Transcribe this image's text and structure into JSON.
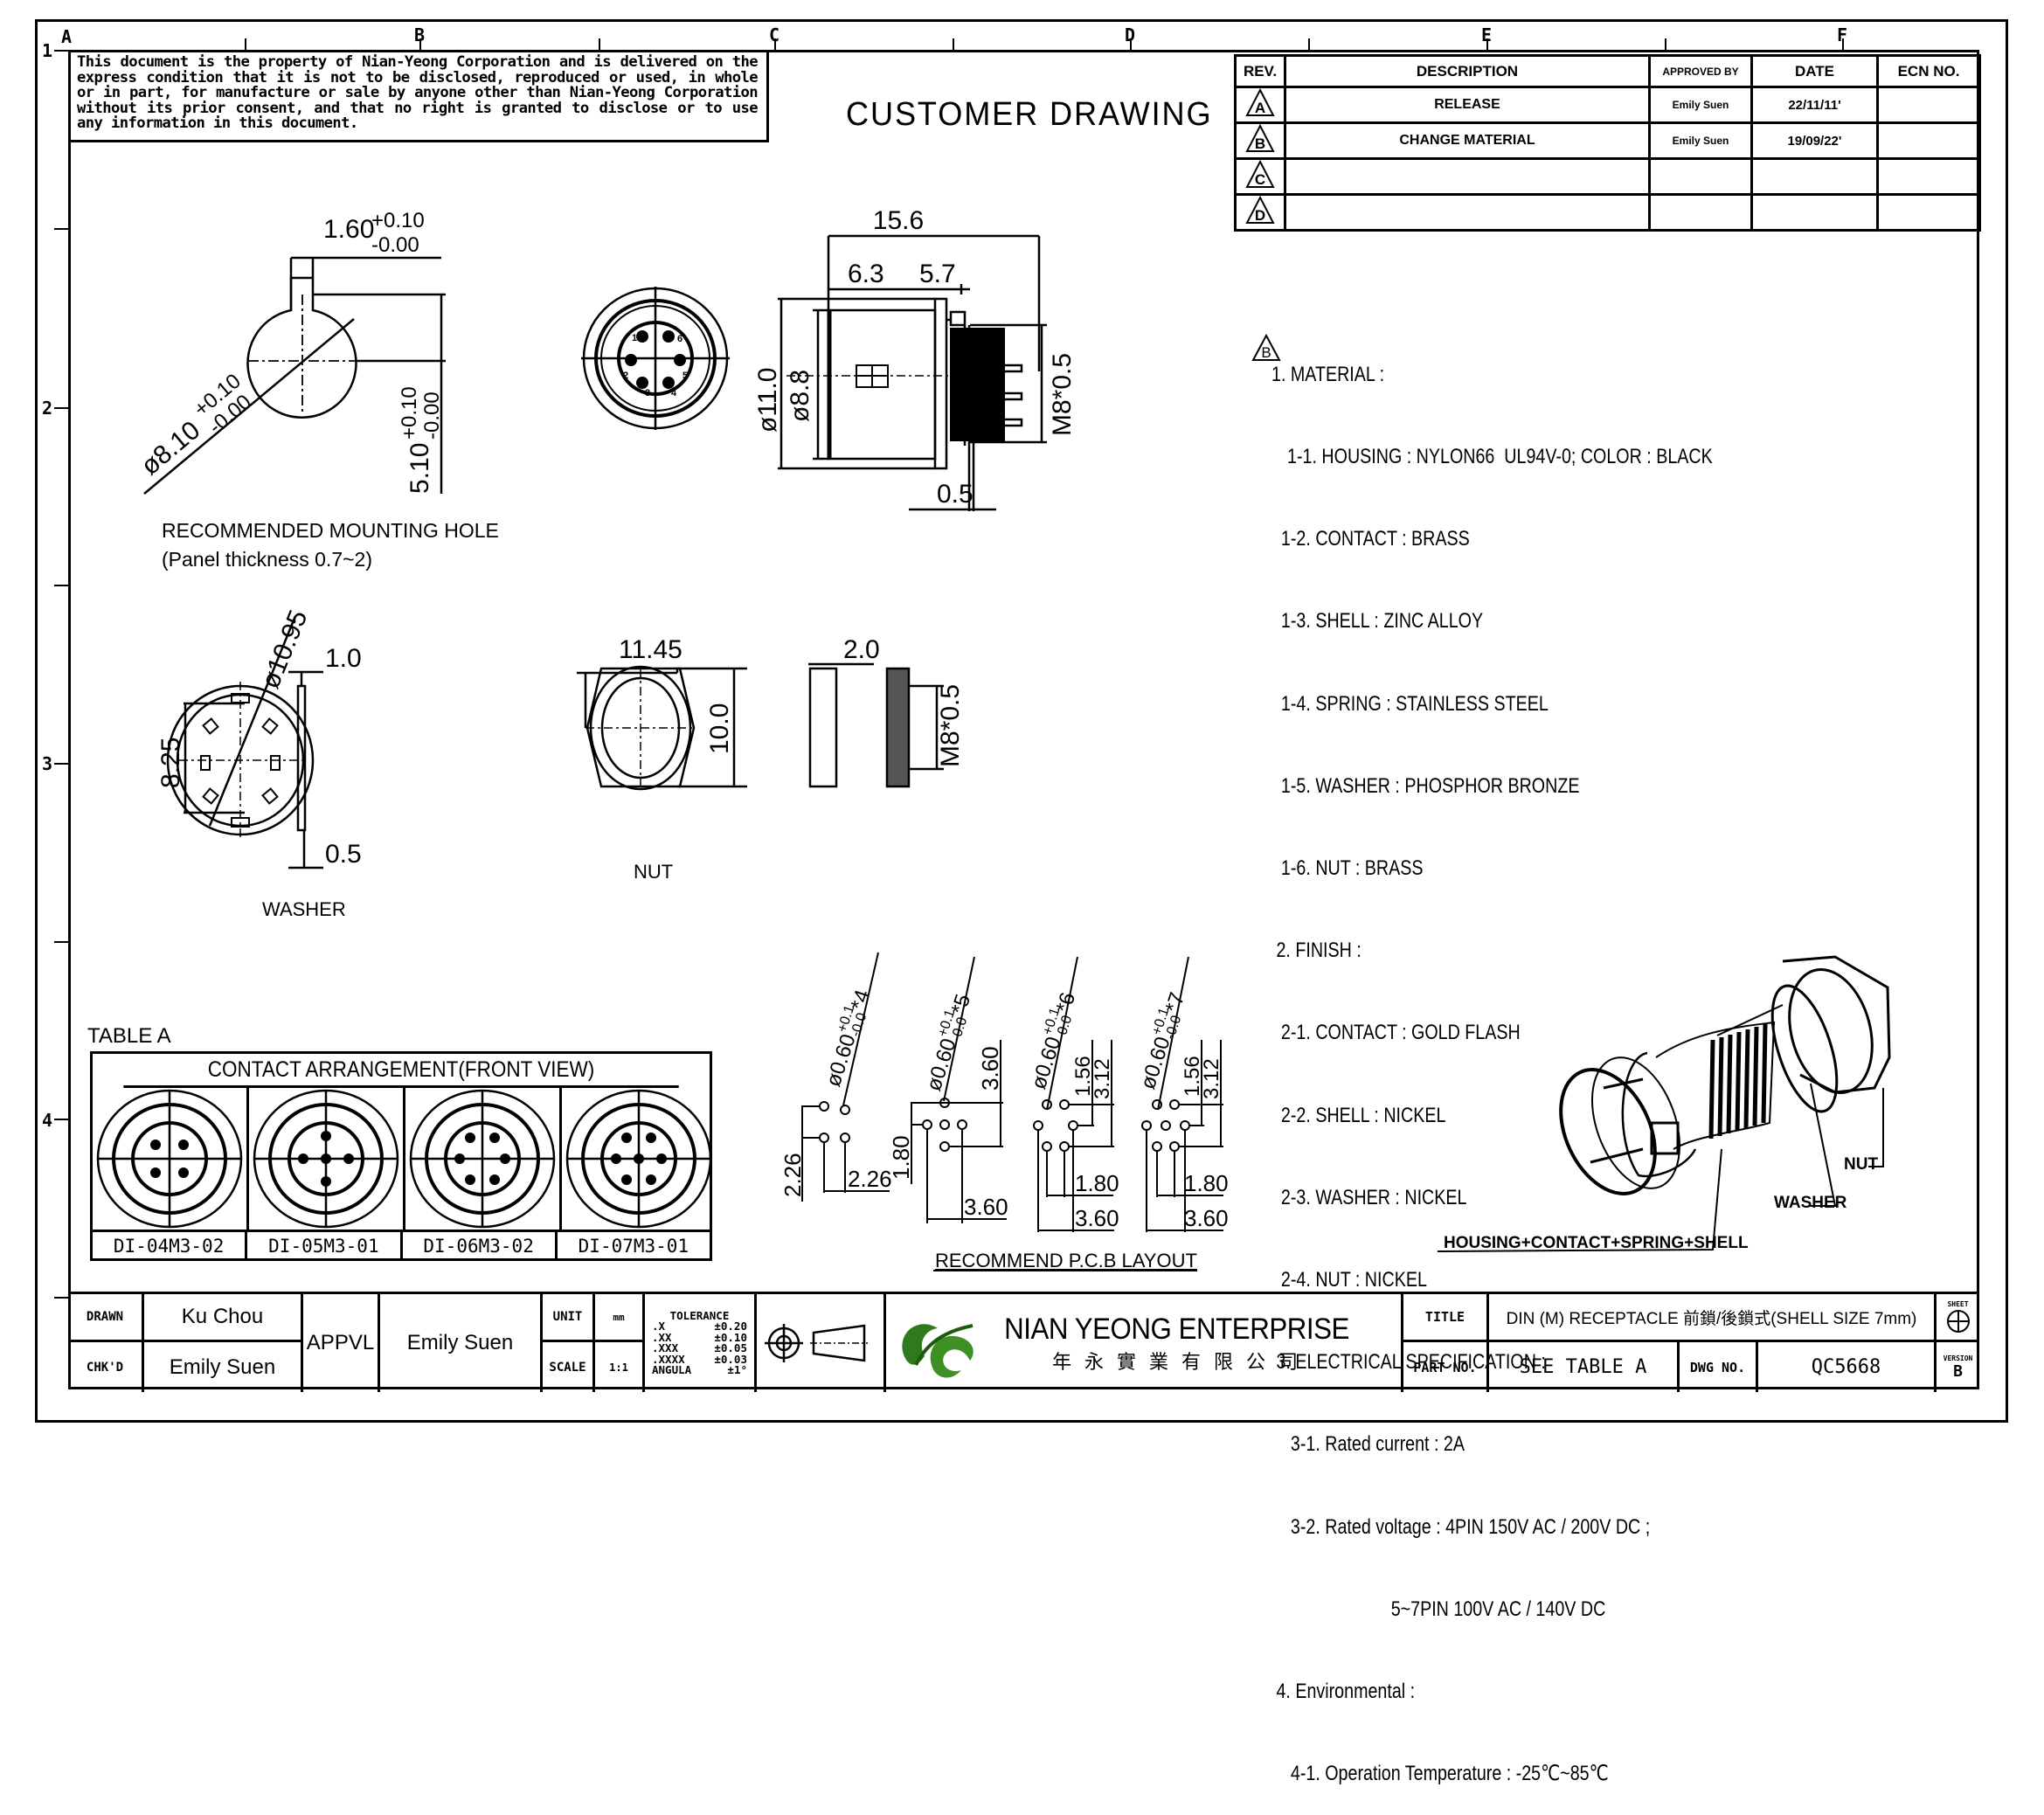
{
  "border": {
    "columns": [
      "A",
      "B",
      "C",
      "D",
      "E",
      "F"
    ],
    "rows": [
      "1",
      "2",
      "3",
      "4"
    ]
  },
  "disclaimer": "This document is the property of Nian-Yeong Corporation and is delivered on the express condition that it is not to be disclosed, reproduced or used, in whole or in part, for manufacture or sale by anyone other than Nian-Yeong Corporation without its prior consent, and that no right is granted to disclose or to use any information in this document.",
  "drawing_type": "CUSTOMER DRAWING",
  "revision_table": {
    "headers": [
      "REV.",
      "DESCRIPTION",
      "APPROVED BY",
      "DATE",
      "ECN NO."
    ],
    "rows": [
      {
        "rev": "A",
        "description": "RELEASE",
        "approved_by": "Emily Suen",
        "date": "22/11/11'",
        "ecn": ""
      },
      {
        "rev": "B",
        "description": "CHANGE MATERIAL",
        "approved_by": "Emily Suen",
        "date": "19/09/22'",
        "ecn": ""
      },
      {
        "rev": "C",
        "description": "",
        "approved_by": "",
        "date": "",
        "ecn": ""
      },
      {
        "rev": "D",
        "description": "",
        "approved_by": "",
        "date": "",
        "ecn": ""
      }
    ]
  },
  "notes": {
    "revision_marker": "B",
    "lines": [
      "1. MATERIAL :",
      "1-1. HOUSING : NYLON66  UL94V-0; COLOR : BLACK",
      "  1-2. CONTACT : BRASS",
      "  1-3. SHELL : ZINC ALLOY",
      "  1-4. SPRING : STAINLESS STEEL",
      "  1-5. WASHER : PHOSPHOR BRONZE",
      "  1-6. NUT : BRASS",
      " 2. FINISH :",
      "  2-1. CONTACT : GOLD FLASH",
      "  2-2. SHELL : NICKEL",
      "  2-3. WASHER : NICKEL",
      "  2-4. NUT : NICKEL",
      " 3. ELECTRICAL SPECIFICATION :",
      "    3-1. Rated current : 2A",
      "    3-2. Rated voltage : 4PIN 150V AC / 200V DC ;",
      "                         5~7PIN 100V AC / 140V DC",
      " 4. Environmental :",
      "    4-1. Operation Temperature : -25℃~85℃"
    ]
  },
  "mounting_hole": {
    "title": "RECOMMENDED MOUNTING HOLE",
    "subtitle": "(Panel thickness 0.7~2)",
    "key_width": "1.60",
    "key_tol_plus": "+0.10",
    "key_tol_minus": "-0.00",
    "diameter": "ø8.10",
    "diameter_tol_plus": "+0.10",
    "diameter_tol_minus": "-0.00",
    "height": "5.10",
    "height_tol_plus": "+0.10",
    "height_tol_minus": "-0.00"
  },
  "side_view": {
    "overall_length": "15.6",
    "front_length": "6.3",
    "thread_length": "5.7",
    "outer_diameter": "ø11.0",
    "inner_diameter": "ø8.8",
    "thread": "M8*0.5",
    "flange": "0.5"
  },
  "front_view": {
    "pins": [
      "1",
      "2",
      "3",
      "4",
      "5",
      "6"
    ]
  },
  "washer": {
    "label": "WASHER",
    "outer_diameter": "ø10.95",
    "inner": "8.25",
    "thickness_total": "1.0",
    "thickness": "0.5"
  },
  "nut": {
    "label": "NUT",
    "across_corners": "11.45",
    "across_flats": "10.0",
    "thickness": "2.0",
    "thread": "M8*0.5"
  },
  "table_a": {
    "label": "TABLE A",
    "header": "CONTACT ARRANGEMENT(FRONT VIEW)",
    "parts": [
      {
        "part_no": "DI-04M3-02",
        "pins": [
          "1",
          "2",
          "3",
          "4"
        ]
      },
      {
        "part_no": "DI-05M3-01",
        "pins": [
          "1",
          "2",
          "3",
          "4",
          "5"
        ]
      },
      {
        "part_no": "DI-06M3-02",
        "pins": [
          "1",
          "2",
          "3",
          "4",
          "5",
          "6"
        ]
      },
      {
        "part_no": "DI-07M3-01",
        "pins": [
          "1",
          "2",
          "3",
          "4",
          "5",
          "6",
          "7"
        ]
      }
    ]
  },
  "pcb_layout": {
    "title": "RECOMMEND P.C.B LAYOUT",
    "layouts": [
      {
        "hole": "ø0.60",
        "tol_plus": "+0.1",
        "tol_minus": "-0.0",
        "count": "*4",
        "dims": [
          "2.26",
          "2.26"
        ]
      },
      {
        "hole": "ø0.60",
        "tol_plus": "+0.1",
        "tol_minus": "-0.0",
        "count": "*5",
        "dims": [
          "3.60",
          "1.80",
          "3.60"
        ]
      },
      {
        "hole": "ø0.60",
        "tol_plus": "+0.1",
        "tol_minus": "-0.0",
        "count": "*6",
        "dims": [
          "1.56",
          "3.12",
          "1.80",
          "3.60"
        ]
      },
      {
        "hole": "ø0.60",
        "tol_plus": "+0.1",
        "tol_minus": "-0.0",
        "count": "*7",
        "dims": [
          "1.56",
          "3.12",
          "1.80",
          "3.60"
        ]
      }
    ]
  },
  "isometric": {
    "callouts": [
      "HOUSING+CONTACT+SPRING+SHELL",
      "WASHER",
      "NUT"
    ]
  },
  "title_block": {
    "drawn_label": "DRAWN",
    "drawn_by": "Ku Chou",
    "checked_label": "CHK'D",
    "checked_by": "Emily Suen",
    "approval_label": "APPVL",
    "approved_by": "Emily Suen",
    "unit_label": "UNIT",
    "unit": "mm",
    "scale_label": "SCALE",
    "scale": "1:1",
    "tolerance_title": "TOLERANCE",
    "tolerances": [
      {
        "k": ".X",
        "v": "±0.20"
      },
      {
        "k": ".XX",
        "v": "±0.10"
      },
      {
        "k": ".XXX",
        "v": "±0.05"
      },
      {
        "k": ".XXXX",
        "v": "±0.03"
      },
      {
        "k": "ANGULA",
        "v": "±1°"
      }
    ],
    "company_name": "NIAN YEONG ENTERPRISE",
    "company_name_cn": "年 永 實 業 有 限 公 司",
    "brand_color": "#2f7a1c",
    "title_label": "TITLE",
    "title": "DIN (M) RECEPTACLE 前鎖/後鎖式(SHELL SIZE 7mm)",
    "part_no_label": "PART NO.",
    "part_no": "SEE TABLE A",
    "dwg_no_label": "DWG NO.",
    "dwg_no": "QC5668",
    "sheet_label": "SHEET",
    "version_label": "VERSION",
    "version": "B"
  }
}
